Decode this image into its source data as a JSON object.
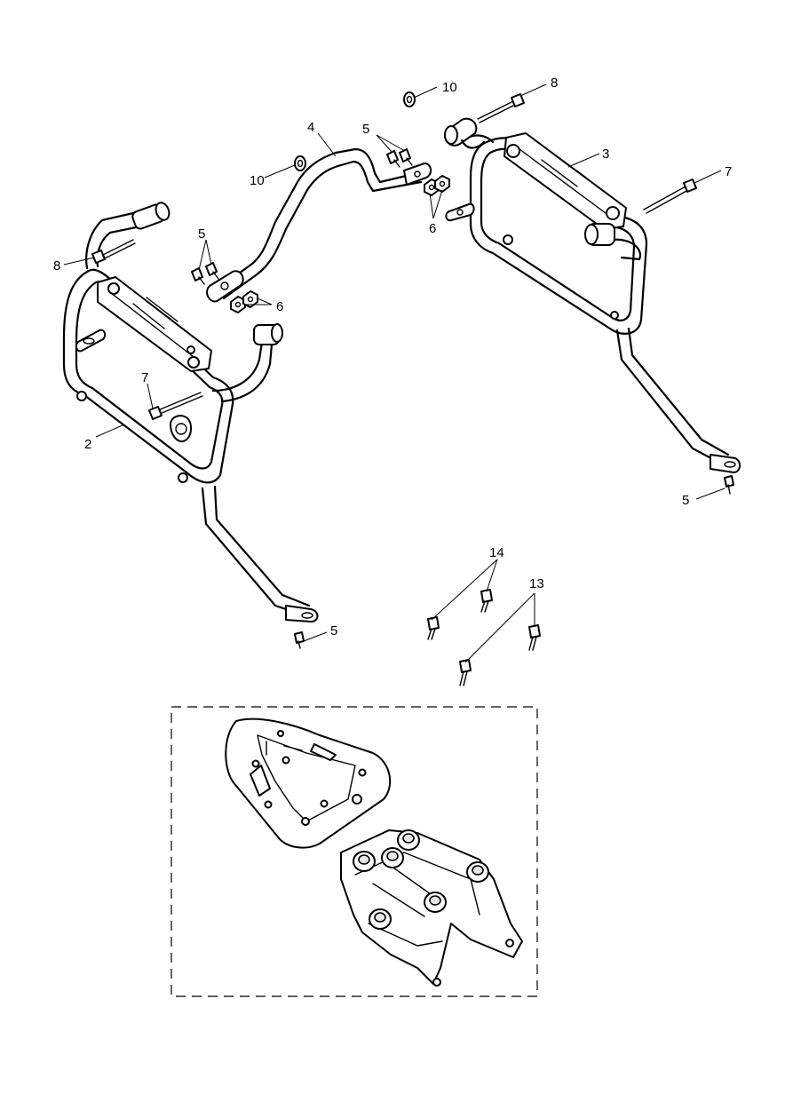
{
  "diagram": {
    "callouts": [
      "10",
      "8",
      "4",
      "5",
      "3",
      "7",
      "10",
      "6",
      "5",
      "8",
      "6",
      "7",
      "2",
      "5",
      "14",
      "13",
      "5"
    ]
  }
}
